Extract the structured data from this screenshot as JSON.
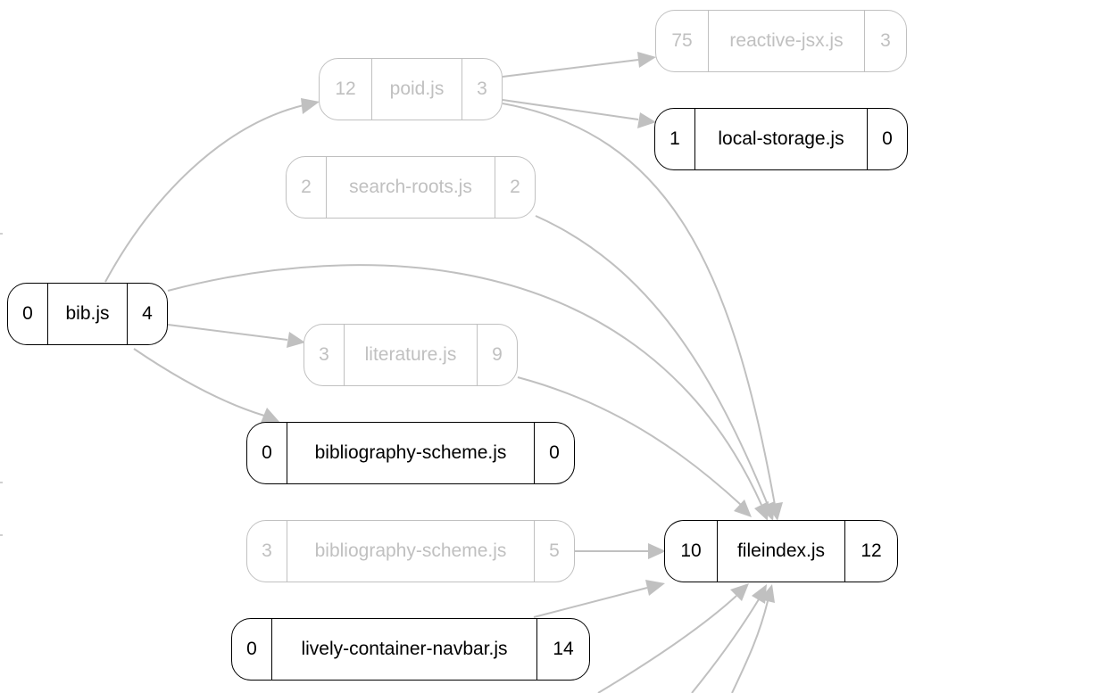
{
  "nodes": [
    {
      "id": "reactive",
      "left_count": "75",
      "label": "reactive-jsx.js",
      "right_count": "3",
      "dim": true
    },
    {
      "id": "poid",
      "left_count": "12",
      "label": "poid.js",
      "right_count": "3",
      "dim": true
    },
    {
      "id": "localstorage",
      "left_count": "1",
      "label": "local-storage.js",
      "right_count": "0",
      "dim": false
    },
    {
      "id": "searchroots",
      "left_count": "2",
      "label": "search-roots.js",
      "right_count": "2",
      "dim": true
    },
    {
      "id": "bib",
      "left_count": "0",
      "label": "bib.js",
      "right_count": "4",
      "dim": false
    },
    {
      "id": "literature",
      "left_count": "3",
      "label": "literature.js",
      "right_count": "9",
      "dim": true
    },
    {
      "id": "bibscheme1",
      "left_count": "0",
      "label": "bibliography-scheme.js",
      "right_count": "0",
      "dim": false
    },
    {
      "id": "bibscheme2",
      "left_count": "3",
      "label": "bibliography-scheme.js",
      "right_count": "5",
      "dim": true
    },
    {
      "id": "fileindex",
      "left_count": "10",
      "label": "fileindex.js",
      "right_count": "12",
      "dim": false
    },
    {
      "id": "navbar",
      "left_count": "0",
      "label": "lively-container-navbar.js",
      "right_count": "14",
      "dim": false
    }
  ],
  "colors": {
    "edge": "#c0c0c0",
    "dim_node": "#c0c0c0",
    "active_node": "#000000"
  }
}
